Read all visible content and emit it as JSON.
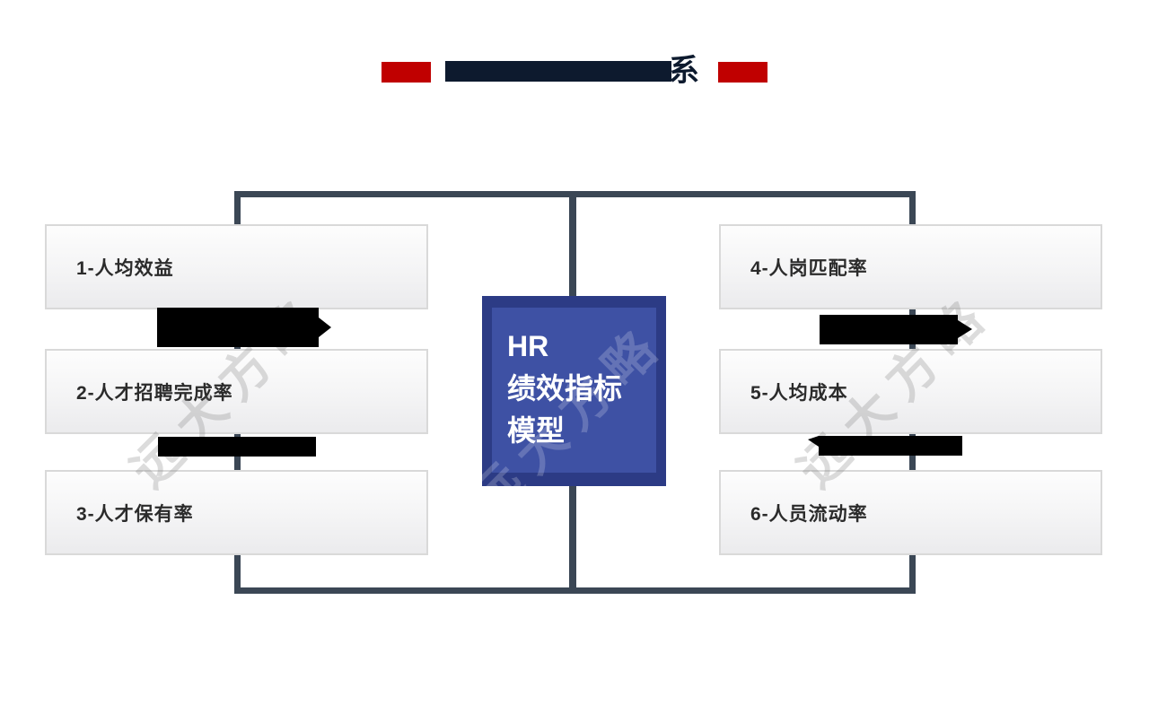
{
  "slide": {
    "title": {
      "redacted": true,
      "visible_suffix": "系",
      "accent_color": "#c00000",
      "text_color": "#0d1a2e"
    },
    "center_box": {
      "lines": [
        "HR",
        "绩效指标",
        "模型"
      ],
      "outer_color": "#2c3b85",
      "inner_color": "#3e51a4",
      "text_color": "#ffffff"
    },
    "left_items": [
      {
        "label": "1-人均效益"
      },
      {
        "label": "2-人才招聘完成率"
      },
      {
        "label": "3-人才保有率"
      }
    ],
    "right_items": [
      {
        "label": "4-人岗匹配率"
      },
      {
        "label": "5-人均成本"
      },
      {
        "label": "6-人员流动率"
      }
    ],
    "watermark": {
      "text": "远大方略"
    },
    "connector_color": "#3b4755",
    "redaction_color": "#000000"
  }
}
